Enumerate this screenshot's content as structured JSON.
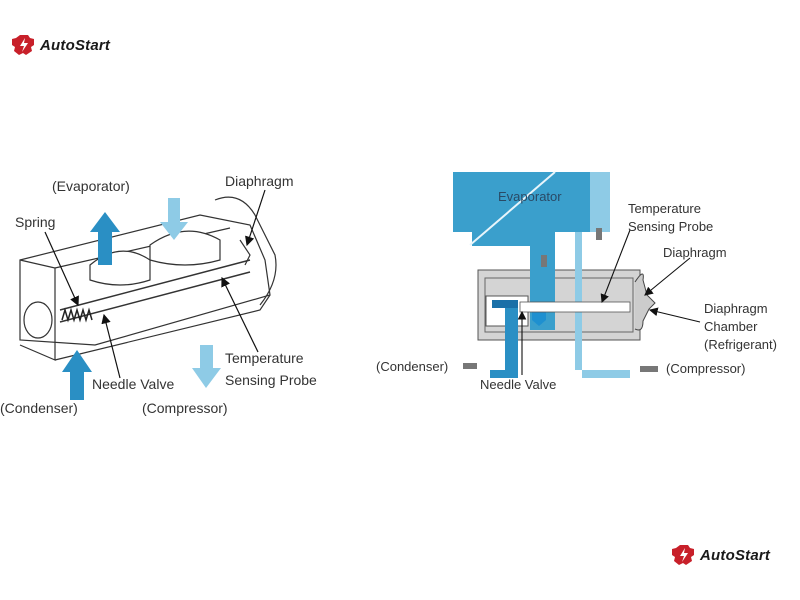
{
  "brand": {
    "name": "AutoStart",
    "color": "#c8202a"
  },
  "left_diagram": {
    "labels": {
      "evaporator": "(Evaporator)",
      "diaphragm": "Diaphragm",
      "spring": "Spring",
      "needle_valve": "Needle Valve",
      "temp_line1": "Temperature",
      "temp_line2": "Sensing Probe",
      "condenser": "(Condenser)",
      "compressor": "(Compressor)"
    }
  },
  "right_diagram": {
    "labels": {
      "evaporator": "Evaporator",
      "temp_line1": "Temperature",
      "temp_line2": "Sensing Probe",
      "diaphragm": "Diaphragm",
      "chamber_line1": "Diaphragm",
      "chamber_line2": "Chamber",
      "chamber_line3": "(Refrigerant)",
      "condenser": "(Condenser)",
      "needle_valve": "Needle Valve",
      "compressor": "(Compressor)"
    }
  },
  "colors": {
    "dark_blue": "#2a8fc4",
    "light_blue": "#8ecbe6",
    "body_gray": "#d4d4d4"
  }
}
